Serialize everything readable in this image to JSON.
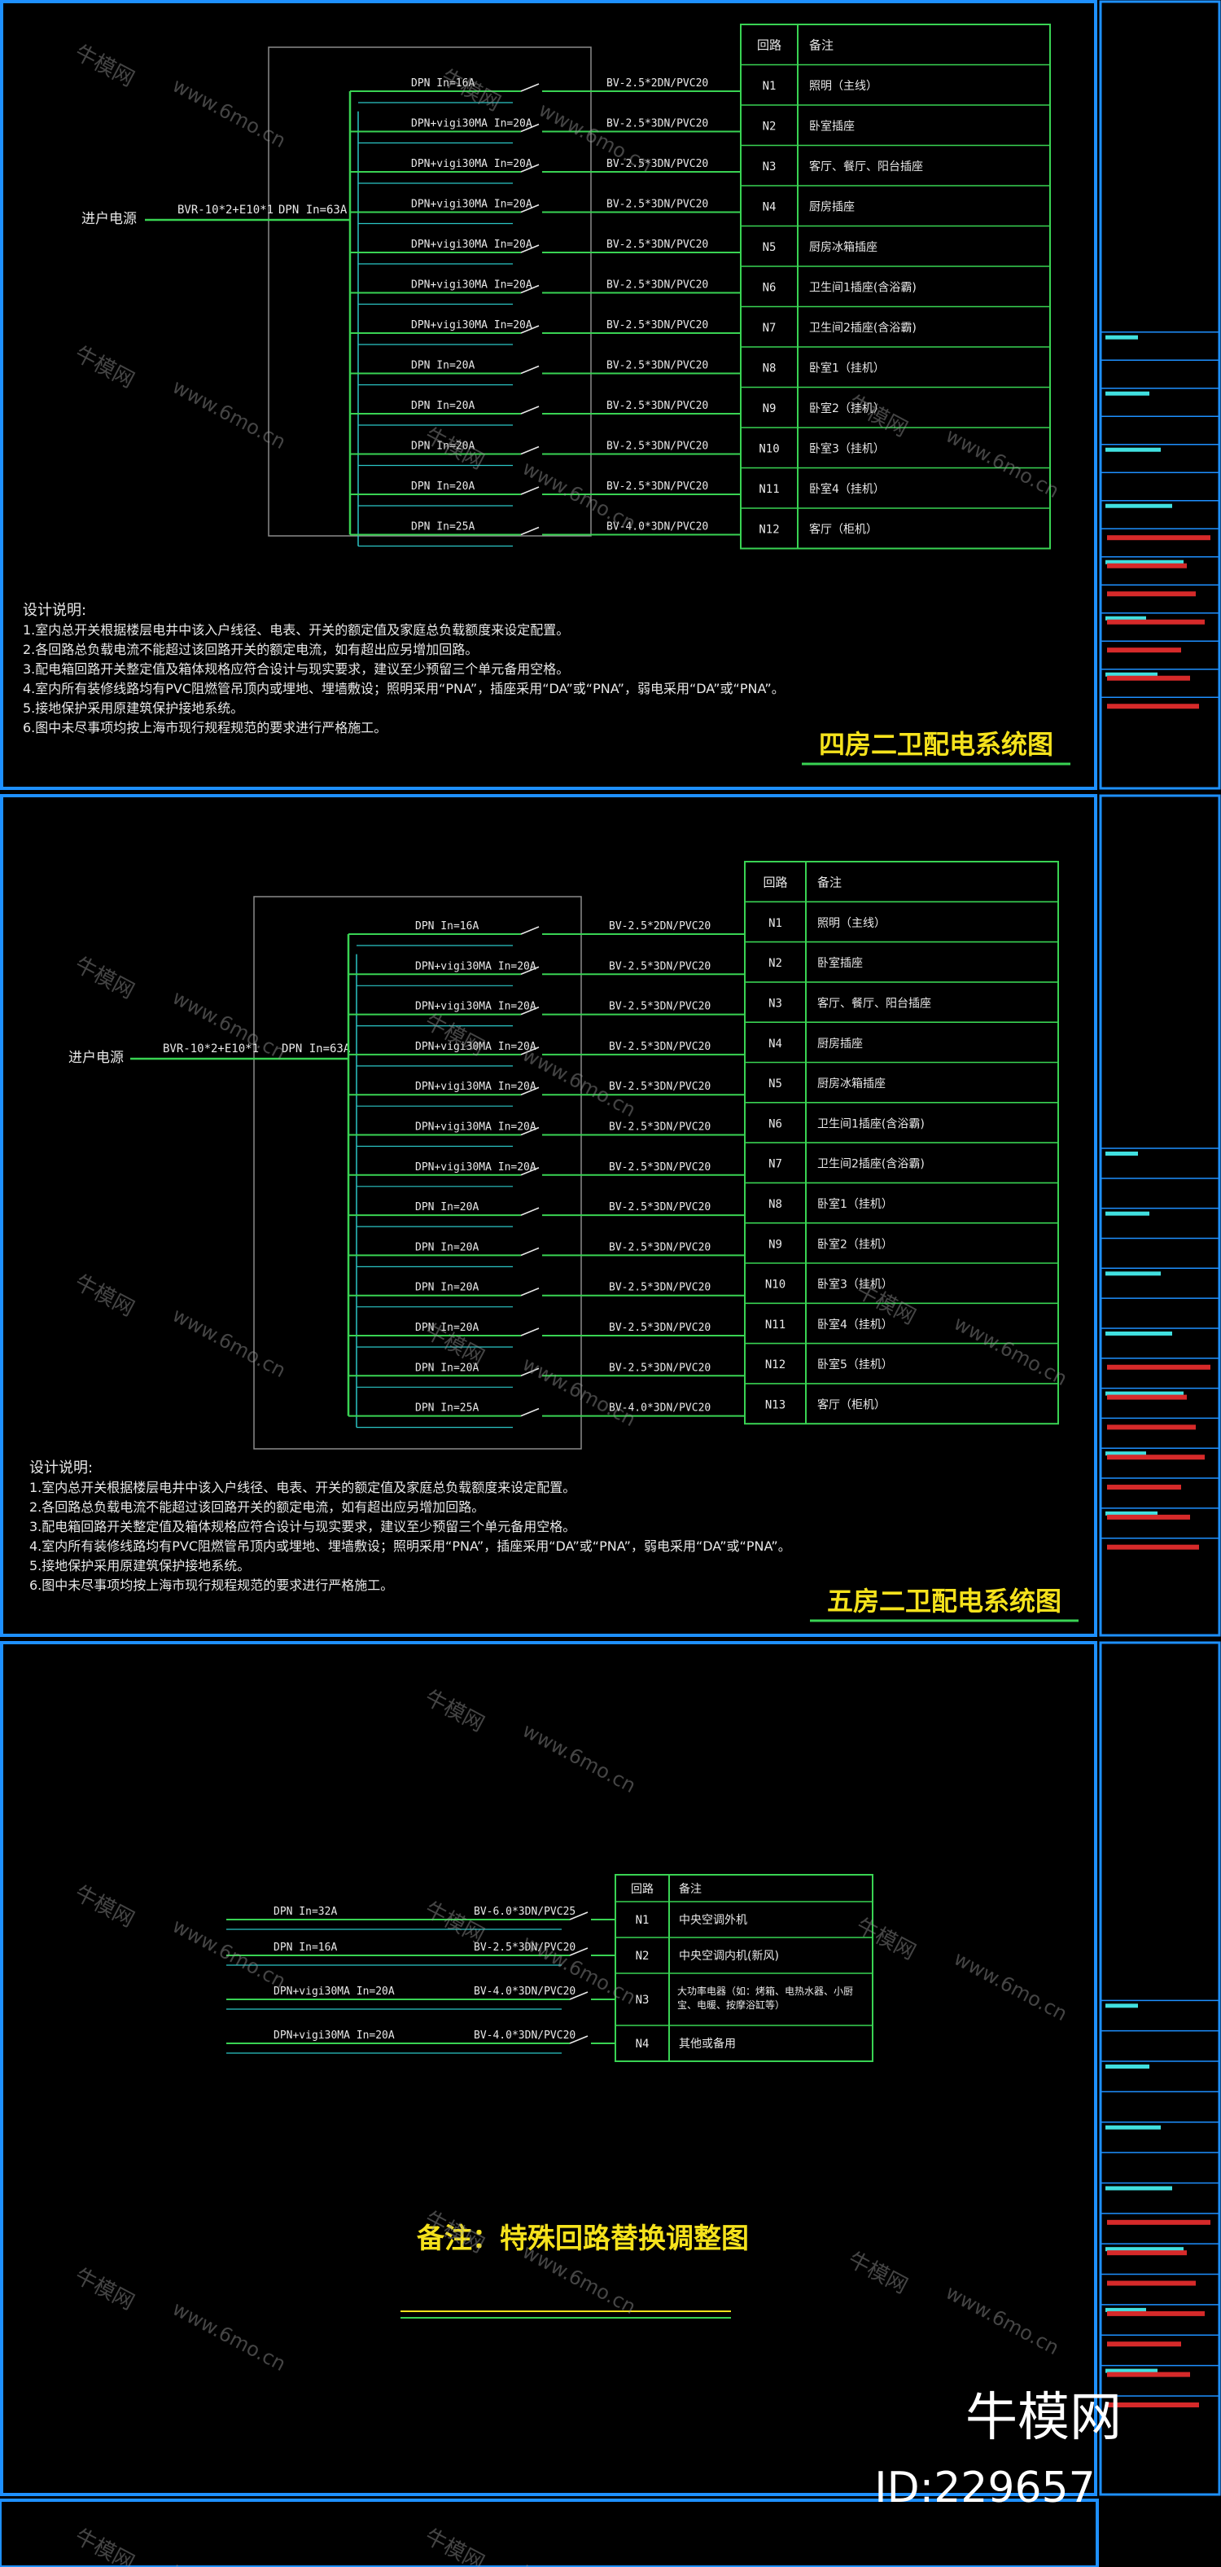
{
  "colors": {
    "background": "#000000",
    "frame": "#1e90ff",
    "wire": "#39d353",
    "wire_alt": "#2bc6c6",
    "text": "#e8e8e8",
    "heading": "#f5e21c",
    "title_block_red": "#d62a2a",
    "title_block_text": "#41e0e0"
  },
  "sheets": [
    {
      "title": "四房二卫配电系统图",
      "incoming_label": "进户电源",
      "incoming_spec": "BVR-10*2+E10*1",
      "main_breaker": "DPN In=63A",
      "header": {
        "circuit": "回路",
        "remark": "备注"
      },
      "circuits": [
        {
          "breaker": "DPN In=16A",
          "cable": "BV-2.5*2DN/PVC20",
          "id": "N1",
          "remark": "照明（主线）"
        },
        {
          "breaker": "DPN+vigi30MA In=20A",
          "cable": "BV-2.5*3DN/PVC20",
          "id": "N2",
          "remark": "卧室插座"
        },
        {
          "breaker": "DPN+vigi30MA In=20A",
          "cable": "BV-2.5*3DN/PVC20",
          "id": "N3",
          "remark": "客厅、餐厅、阳台插座"
        },
        {
          "breaker": "DPN+vigi30MA In=20A",
          "cable": "BV-2.5*3DN/PVC20",
          "id": "N4",
          "remark": "厨房插座"
        },
        {
          "breaker": "DPN+vigi30MA In=20A",
          "cable": "BV-2.5*3DN/PVC20",
          "id": "N5",
          "remark": "厨房冰箱插座"
        },
        {
          "breaker": "DPN+vigi30MA In=20A",
          "cable": "BV-2.5*3DN/PVC20",
          "id": "N6",
          "remark": "卫生间1插座(含浴霸)"
        },
        {
          "breaker": "DPN+vigi30MA In=20A",
          "cable": "BV-2.5*3DN/PVC20",
          "id": "N7",
          "remark": "卫生间2插座(含浴霸)"
        },
        {
          "breaker": "DPN In=20A",
          "cable": "BV-2.5*3DN/PVC20",
          "id": "N8",
          "remark": "卧室1（挂机）"
        },
        {
          "breaker": "DPN In=20A",
          "cable": "BV-2.5*3DN/PVC20",
          "id": "N9",
          "remark": "卧室2（挂机）"
        },
        {
          "breaker": "DPN In=20A",
          "cable": "BV-2.5*3DN/PVC20",
          "id": "N10",
          "remark": "卧室3（挂机）"
        },
        {
          "breaker": "DPN In=20A",
          "cable": "BV-2.5*3DN/PVC20",
          "id": "N11",
          "remark": "卧室4（挂机）"
        },
        {
          "breaker": "DPN In=25A",
          "cable": "BV-4.0*3DN/PVC20",
          "id": "N12",
          "remark": "客厅（柜机）"
        }
      ],
      "notes_title": "设计说明:",
      "notes": [
        "1.室内总开关根据楼层电井中该入户线径、电表、开关的额定值及家庭总负载额度来设定配置。",
        "2.各回路总负载电流不能超过该回路开关的额定电流，如有超出应另增加回路。",
        "3.配电箱回路开关整定值及箱体规格应符合设计与现实要求，建议至少预留三个单元备用空格。",
        "4.室内所有装修线路均有PVC阻燃管吊顶内或埋地、埋墙敷设；照明采用“PNA”，插座采用“DA”或“PNA”，弱电采用“DA”或“PNA”。",
        "5.接地保护采用原建筑保护接地系统。",
        "6.图中未尽事项均按上海市现行规程规范的要求进行严格施工。"
      ]
    },
    {
      "title": "五房二卫配电系统图",
      "incoming_label": "进户电源",
      "incoming_spec": "BVR-10*2+E10*1",
      "main_breaker": "DPN In=63A",
      "header": {
        "circuit": "回路",
        "remark": "备注"
      },
      "circuits": [
        {
          "breaker": "DPN In=16A",
          "cable": "BV-2.5*2DN/PVC20",
          "id": "N1",
          "remark": "照明（主线）"
        },
        {
          "breaker": "DPN+vigi30MA In=20A",
          "cable": "BV-2.5*3DN/PVC20",
          "id": "N2",
          "remark": "卧室插座"
        },
        {
          "breaker": "DPN+vigi30MA In=20A",
          "cable": "BV-2.5*3DN/PVC20",
          "id": "N3",
          "remark": "客厅、餐厅、阳台插座"
        },
        {
          "breaker": "DPN+vigi30MA In=20A",
          "cable": "BV-2.5*3DN/PVC20",
          "id": "N4",
          "remark": "厨房插座"
        },
        {
          "breaker": "DPN+vigi30MA In=20A",
          "cable": "BV-2.5*3DN/PVC20",
          "id": "N5",
          "remark": "厨房冰箱插座"
        },
        {
          "breaker": "DPN+vigi30MA In=20A",
          "cable": "BV-2.5*3DN/PVC20",
          "id": "N6",
          "remark": "卫生间1插座(含浴霸)"
        },
        {
          "breaker": "DPN+vigi30MA In=20A",
          "cable": "BV-2.5*3DN/PVC20",
          "id": "N7",
          "remark": "卫生间2插座(含浴霸)"
        },
        {
          "breaker": "DPN In=20A",
          "cable": "BV-2.5*3DN/PVC20",
          "id": "N8",
          "remark": "卧室1（挂机）"
        },
        {
          "breaker": "DPN In=20A",
          "cable": "BV-2.5*3DN/PVC20",
          "id": "N9",
          "remark": "卧室2（挂机）"
        },
        {
          "breaker": "DPN In=20A",
          "cable": "BV-2.5*3DN/PVC20",
          "id": "N10",
          "remark": "卧室3（挂机）"
        },
        {
          "breaker": "DPN In=20A",
          "cable": "BV-2.5*3DN/PVC20",
          "id": "N11",
          "remark": "卧室4（挂机）"
        },
        {
          "breaker": "DPN In=20A",
          "cable": "BV-2.5*3DN/PVC20",
          "id": "N12",
          "remark": "卧室5（挂机）"
        },
        {
          "breaker": "DPN In=25A",
          "cable": "BV-4.0*3DN/PVC20",
          "id": "N13",
          "remark": "客厅（柜机）"
        }
      ],
      "notes_title": "设计说明:",
      "notes": [
        "1.室内总开关根据楼层电井中该入户线径、电表、开关的额定值及家庭总负载额度来设定配置。",
        "2.各回路总负载电流不能超过该回路开关的额定电流，如有超出应另增加回路。",
        "3.配电箱回路开关整定值及箱体规格应符合设计与现实要求，建议至少预留三个单元备用空格。",
        "4.室内所有装修线路均有PVC阻燃管吊顶内或埋地、埋墙敷设；照明采用“PNA”，插座采用“DA”或“PNA”，弱电采用“DA”或“PNA”。",
        "5.接地保护采用原建筑保护接地系统。",
        "6.图中未尽事项均按上海市现行规程规范的要求进行严格施工。"
      ]
    }
  ],
  "special": {
    "title": "备注：特殊回路替换调整图",
    "header": {
      "circuit": "回路",
      "remark": "备注"
    },
    "circuits": [
      {
        "breaker": "DPN In=32A",
        "cable": "BV-6.0*3DN/PVC25",
        "id": "N1",
        "remark": "中央空调外机"
      },
      {
        "breaker": "DPN In=16A",
        "cable": "BV-2.5*3DN/PVC20",
        "id": "N2",
        "remark": "中央空调内机(新风)"
      },
      {
        "breaker": "DPN+vigi30MA In=20A",
        "cable": "BV-4.0*3DN/PVC20",
        "id": "N3",
        "remark": "大功率电器（如：烤箱、电热水器、小厨宝、电暖、按摩浴缸等）"
      },
      {
        "breaker": "DPN+vigi30MA In=20A",
        "cable": "BV-4.0*3DN/PVC20",
        "id": "N4",
        "remark": "其他或备用"
      }
    ]
  },
  "watermark": {
    "brand": "牛模网",
    "id_text": "ID:229657",
    "repeat_text": [
      "牛模网",
      "www.6mo.cn"
    ]
  }
}
